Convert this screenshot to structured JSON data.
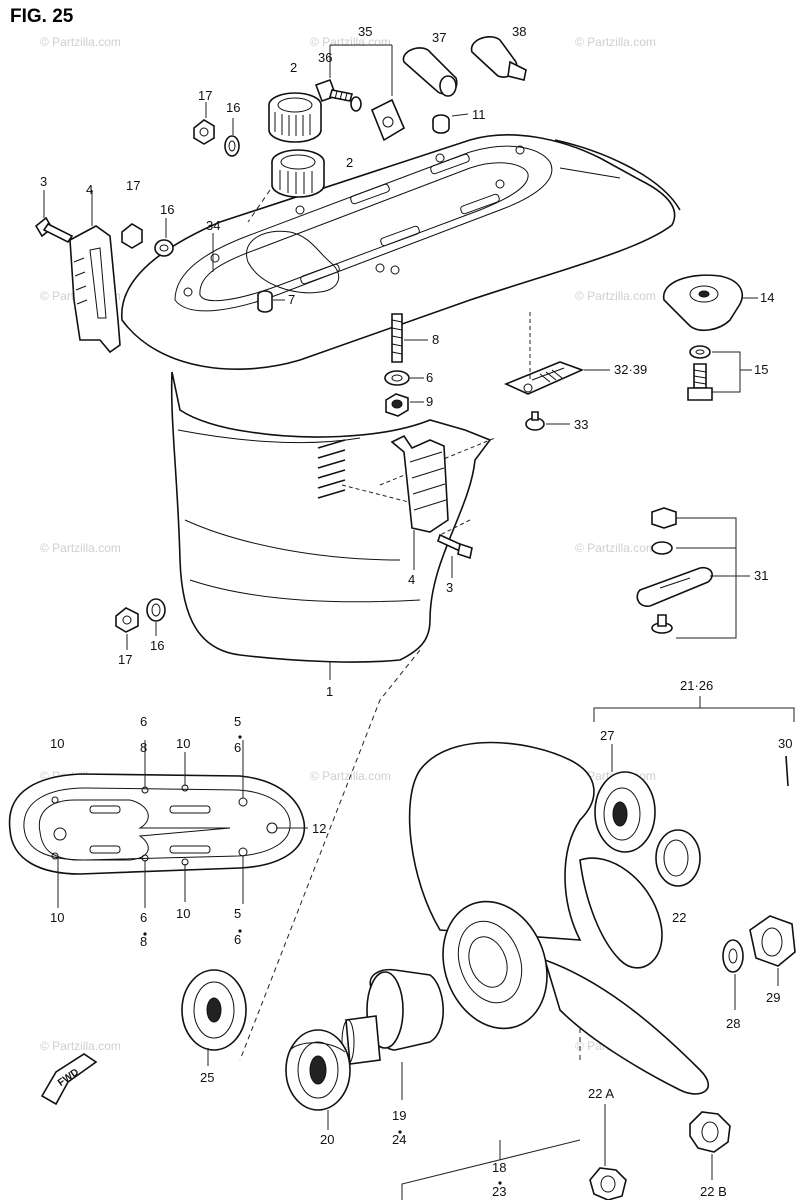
{
  "figure_title": "FIG. 25",
  "watermark": "© Partzilla.com",
  "fwd_label": "FWD",
  "callouts": {
    "c1": "1",
    "c2a": "2",
    "c2b": "2",
    "c3a": "3",
    "c3b": "3",
    "c4a": "4",
    "c4b": "4",
    "c5a": "5",
    "c5b": "5",
    "c6a": "6",
    "c6b": "6",
    "c6c": "6",
    "c6d": "6",
    "c6e": "6",
    "c7": "7",
    "c8a": "8",
    "c8b": "8",
    "c8c": "8",
    "c9": "9",
    "c10a": "10",
    "c10b": "10",
    "c10c": "10",
    "c10d": "10",
    "c11": "11",
    "c12": "12",
    "c14": "14",
    "c15": "15",
    "c16a": "16",
    "c16b": "16",
    "c16c": "16",
    "c17a": "17",
    "c17b": "17",
    "c17c": "17",
    "c18": "18",
    "c19": "19",
    "c20": "20",
    "c21_26": "21·26",
    "c22": "22",
    "c22a": "22 A",
    "c22b": "22 B",
    "c23": "23",
    "c24": "24",
    "c25": "25",
    "c27": "27",
    "c28": "28",
    "c29": "29",
    "c30": "30",
    "c31": "31",
    "c32_39": "32·39",
    "c33": "33",
    "c34": "34",
    "c35": "35",
    "c36": "36",
    "c37": "37",
    "c38": "38"
  }
}
